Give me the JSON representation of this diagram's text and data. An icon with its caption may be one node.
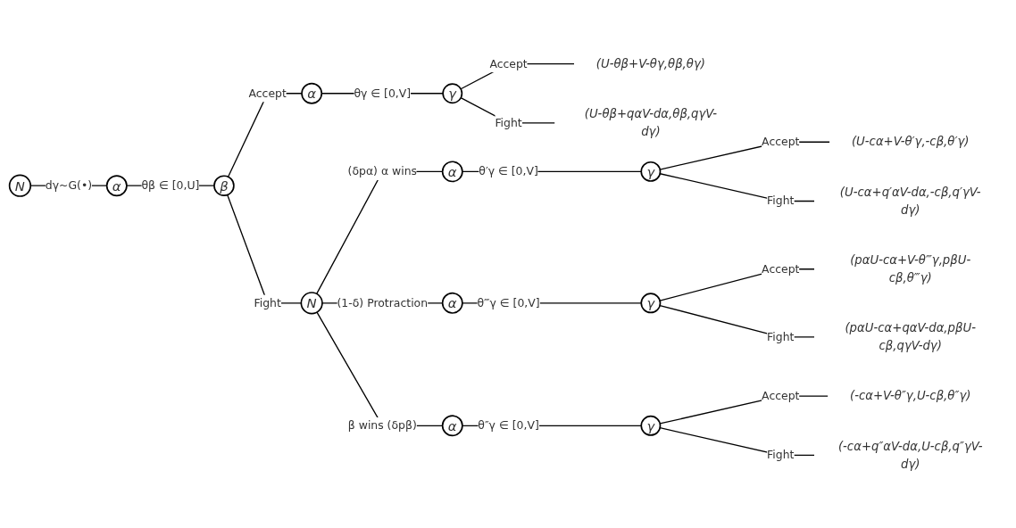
{
  "diagram": {
    "nodes": [
      {
        "text": [
          "N"
        ]
      },
      {
        "text": [
          "α"
        ]
      },
      {
        "text": [
          "β"
        ]
      },
      {
        "text": [
          "α"
        ]
      },
      {
        "text": [
          "γ"
        ]
      },
      {
        "text": [
          "(U-θβ+V-θγ,θβ,θγ)"
        ]
      },
      {
        "text": [
          "(U-θβ+qαV-dα,θβ,qγV-dγ)"
        ]
      },
      {
        "text": [
          "N"
        ]
      },
      {
        "text": [
          "α"
        ]
      },
      {
        "text": [
          "γ"
        ]
      },
      {
        "text": [
          "(U-cα+V-θ′γ,-cβ,θ′γ)"
        ]
      },
      {
        "text": [
          "(U-cα+q′αV-dα,-cβ,q′γV-dγ)"
        ]
      },
      {
        "text": [
          "α"
        ]
      },
      {
        "text": [
          "γ"
        ]
      },
      {
        "text": [
          "(pαU-cα+V-θ‴γ,pβU-cβ,θ‴γ)"
        ]
      },
      {
        "text": [
          "(pαU-cα+qαV-dα,pβU-cβ,qγV-dγ)"
        ]
      },
      {
        "text": [
          "α"
        ]
      },
      {
        "text": [
          "γ"
        ]
      },
      {
        "text": [
          "(-cα+V-θ″γ,U-cβ,θ″γ)"
        ]
      },
      {
        "text": [
          "(-cα+q″αV-dα,U-cβ,q″γV-dγ)"
        ]
      }
    ],
    "edges": [
      {
        "from": 0,
        "to": 1,
        "arrow": "none",
        "label": "dγ~G(•)"
      },
      {
        "from": 1,
        "to": 2,
        "arrow": "none",
        "label": "θβ ∈ [0,U]"
      },
      {
        "from": 2,
        "to": 3,
        "arrow": "none",
        "label": "Accept"
      },
      {
        "from": 2,
        "to": 7,
        "arrow": "none",
        "label": "Fight"
      },
      {
        "from": 3,
        "to": 4,
        "arrow": "none",
        "label": "θγ ∈ [0,V]"
      },
      {
        "from": 4,
        "to": 5,
        "arrow": "none",
        "label": "Accept"
      },
      {
        "from": 4,
        "to": 6,
        "arrow": "none",
        "label": "Fight"
      },
      {
        "from": 7,
        "to": 8,
        "arrow": "none",
        "label": "(δpα) α wins"
      },
      {
        "from": 8,
        "to": 9,
        "arrow": "none",
        "label": "θ′γ ∈ [0,V]"
      },
      {
        "from": 9,
        "to": 10,
        "arrow": "none",
        "label": "Accept"
      },
      {
        "from": 9,
        "to": 11,
        "arrow": "none",
        "label": "Fight"
      },
      {
        "from": 7,
        "to": 12,
        "arrow": "none",
        "label": "(1-δ) Protraction"
      },
      {
        "from": 12,
        "to": 13,
        "arrow": "none",
        "label": "θ‴γ ∈ [0,V]"
      },
      {
        "from": 13,
        "to": 14,
        "arrow": "none",
        "label": "Accept"
      },
      {
        "from": 13,
        "to": 15,
        "arrow": "none",
        "label": "Fight"
      },
      {
        "from": 7,
        "to": 16,
        "arrow": "none",
        "label": "β wins (δpβ)"
      },
      {
        "from": 16,
        "to": 17,
        "arrow": "none",
        "label": "θ″γ ∈ [0,V]"
      },
      {
        "from": 17,
        "to": 18,
        "arrow": "none",
        "label": "Accept"
      },
      {
        "from": 17,
        "to": 19,
        "arrow": "none",
        "label": "Fight"
      }
    ]
  }
}
